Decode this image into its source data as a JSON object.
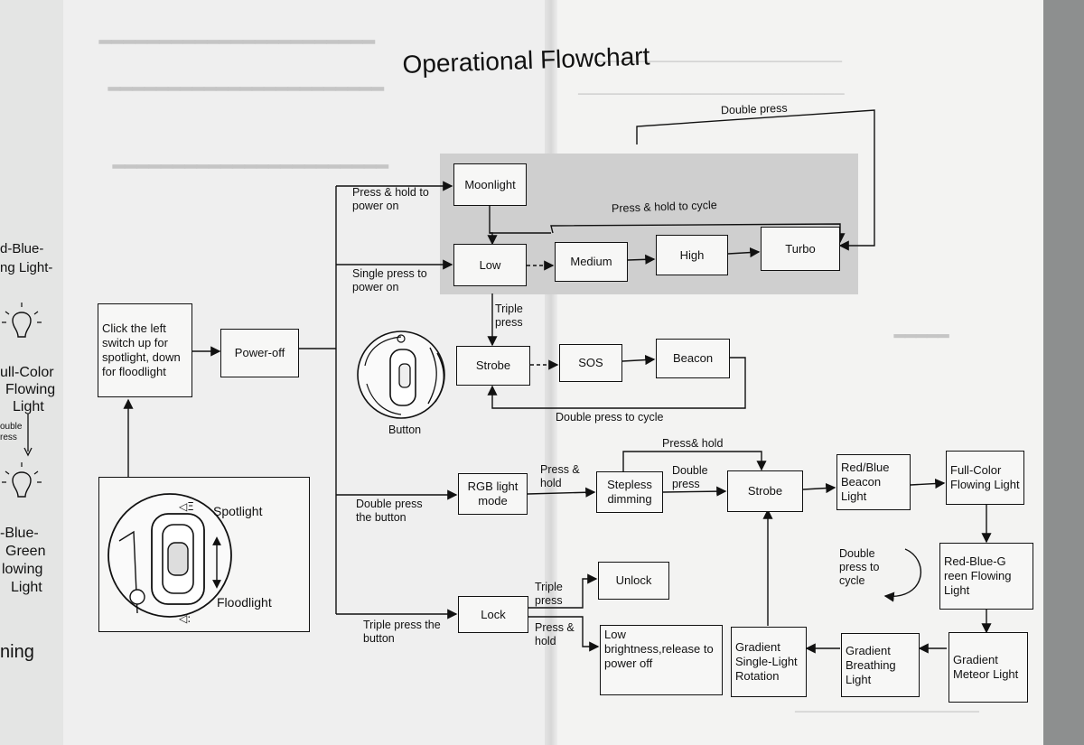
{
  "title": "Operational Flowchart",
  "boxes": {
    "switch": "Click the left switch up for spotlight, down for floodlight",
    "poweroff": "Power-off",
    "moonlight": "Moonlight",
    "low": "Low",
    "medium": "Medium",
    "high": "High",
    "turbo": "Turbo",
    "strobe1": "Strobe",
    "sos": "SOS",
    "beacon": "Beacon",
    "rgb": "RGB light mode",
    "stepless": "Stepless dimming",
    "strobe2": "Strobe",
    "redblue": "Red/Blue Beacon Light",
    "fullcolor": "Full-Color Flowing Light",
    "rbg": "Red-Blue-G reen Flowing Light",
    "meteor": "Gradient Meteor Light",
    "breathing": "Gradient Breathing Light",
    "rotation": "Gradient Single-Light Rotation",
    "lock": "Lock",
    "unlock": "Unlock",
    "lowbright": "Low brightness,release to power off"
  },
  "labels": {
    "press_hold_on": "Press & hold to power on",
    "single_press_on": "Single press to power on",
    "double_press_button": "Double press the button",
    "triple_press_button": "Triple press the button",
    "double_press_top": "Double press",
    "press_hold_cycle": "Press & hold to cycle",
    "triple_press": "Triple press",
    "double_press_cycle": "Double press to cycle",
    "button": "Button",
    "press_hold_rgb": "Press & hold",
    "double_press_rgb": "Double press",
    "press_hold_top": "Press& hold",
    "double_press_cycle_loop": "Double press to cycle",
    "triple_press_lock": "Triple press",
    "press_hold_lock": "Press & hold",
    "spotlight": "Spotlight",
    "floodlight": "Floodlight"
  },
  "side_text": {
    "line1": "d-Blue-",
    "line2": "ng Light-",
    "line3": "ull-Color",
    "line4": "Flowing",
    "line5": "Light",
    "line6": "ouble",
    "line7": "ress",
    "line8": "-Blue-",
    "line9": "Green",
    "line10": "lowing",
    "line11": "Light",
    "line12": "ning"
  }
}
